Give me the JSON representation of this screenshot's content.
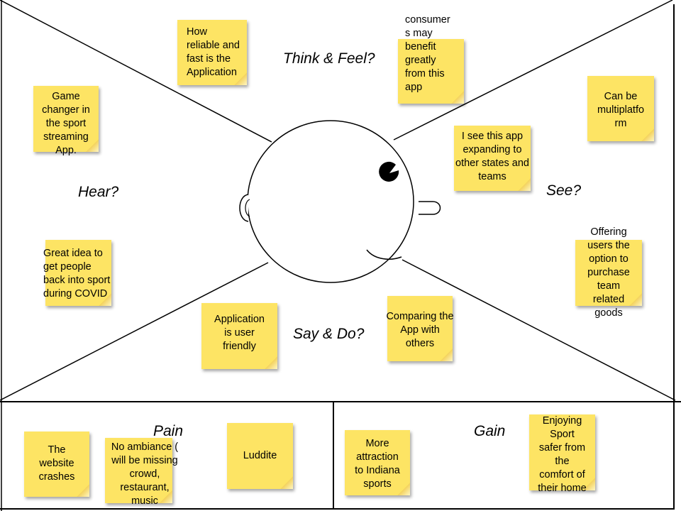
{
  "sections": {
    "think_feel": "Think & Feel?",
    "hear": "Hear?",
    "see": "See?",
    "say_do": "Say & Do?",
    "pain": "Pain",
    "gain": "Gain"
  },
  "notes": {
    "think_reliable": [
      "How",
      "reliable and",
      "fast is the",
      "Application"
    ],
    "think_consumers": [
      "consumer",
      "s may",
      "benefit",
      "greatly",
      "from this",
      "app"
    ],
    "hear_game_changer": [
      "Game",
      "changer in",
      "the sport",
      "streaming",
      "App."
    ],
    "hear_great_idea": [
      "Great idea to",
      "get people",
      "back into sport",
      "during COVID"
    ],
    "see_expanding": [
      "I see this app",
      "expanding to",
      "other states and",
      "teams"
    ],
    "see_multiplatform": [
      "Can be",
      "multiplatfo",
      "rm"
    ],
    "see_offering": [
      "Offering",
      "users the",
      "option to",
      "purchase",
      "team",
      "related",
      "goods"
    ],
    "say_user_friendly": [
      "Application",
      "is user",
      "friendly"
    ],
    "say_comparing": [
      "Comparing the",
      "App with",
      "others"
    ],
    "pain_crashes": [
      "The",
      "website",
      "crashes"
    ],
    "pain_ambiance": [
      "No ambiance (",
      "will be missing",
      "crowd,",
      "restaurant,",
      "music"
    ],
    "pain_luddite": [
      "Luddite"
    ],
    "gain_attraction": [
      "More",
      "attraction",
      "to Indiana",
      "sports"
    ],
    "gain_enjoying": [
      "Enjoying",
      "Sport",
      "safer from",
      "the",
      "comfort of",
      "their home"
    ]
  }
}
